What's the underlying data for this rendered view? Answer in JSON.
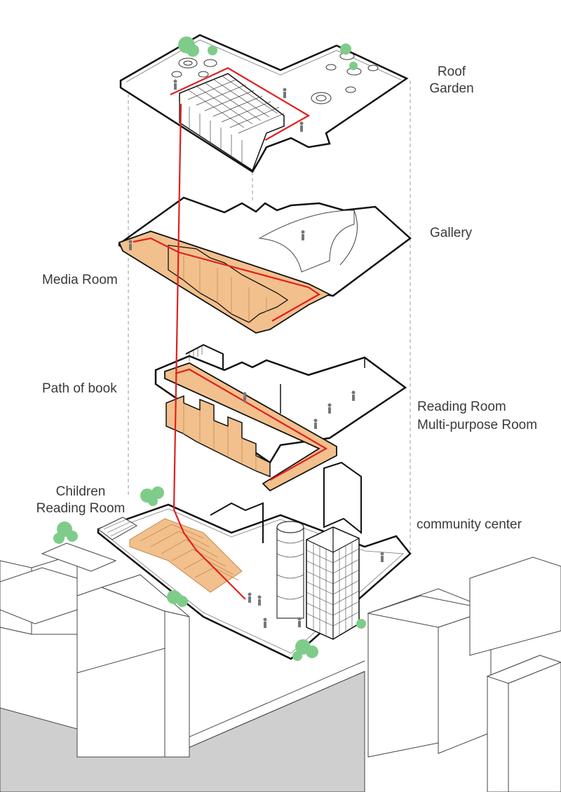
{
  "diagram": {
    "type": "exploded axonometric",
    "colors": {
      "line": "#111111",
      "thin_line": "#555555",
      "book_path": "#e02020",
      "platform": "#f2c08d",
      "platform_edge": "#c48a4e",
      "tree": "#7fcc8a",
      "ground": "#cfcfcf",
      "hidden_line": "#9a9a9a"
    },
    "labels": {
      "roof_garden_1": "Roof",
      "roof_garden_2": "Garden",
      "gallery": "Gallery",
      "media_room": "Media Room",
      "path_of_book": "Path of book",
      "reading_room": "Reading Room",
      "multipurpose_room": "Multi-purpose Room",
      "children_1": "Children",
      "children_2": "Reading Room",
      "community_center": "community center"
    }
  }
}
